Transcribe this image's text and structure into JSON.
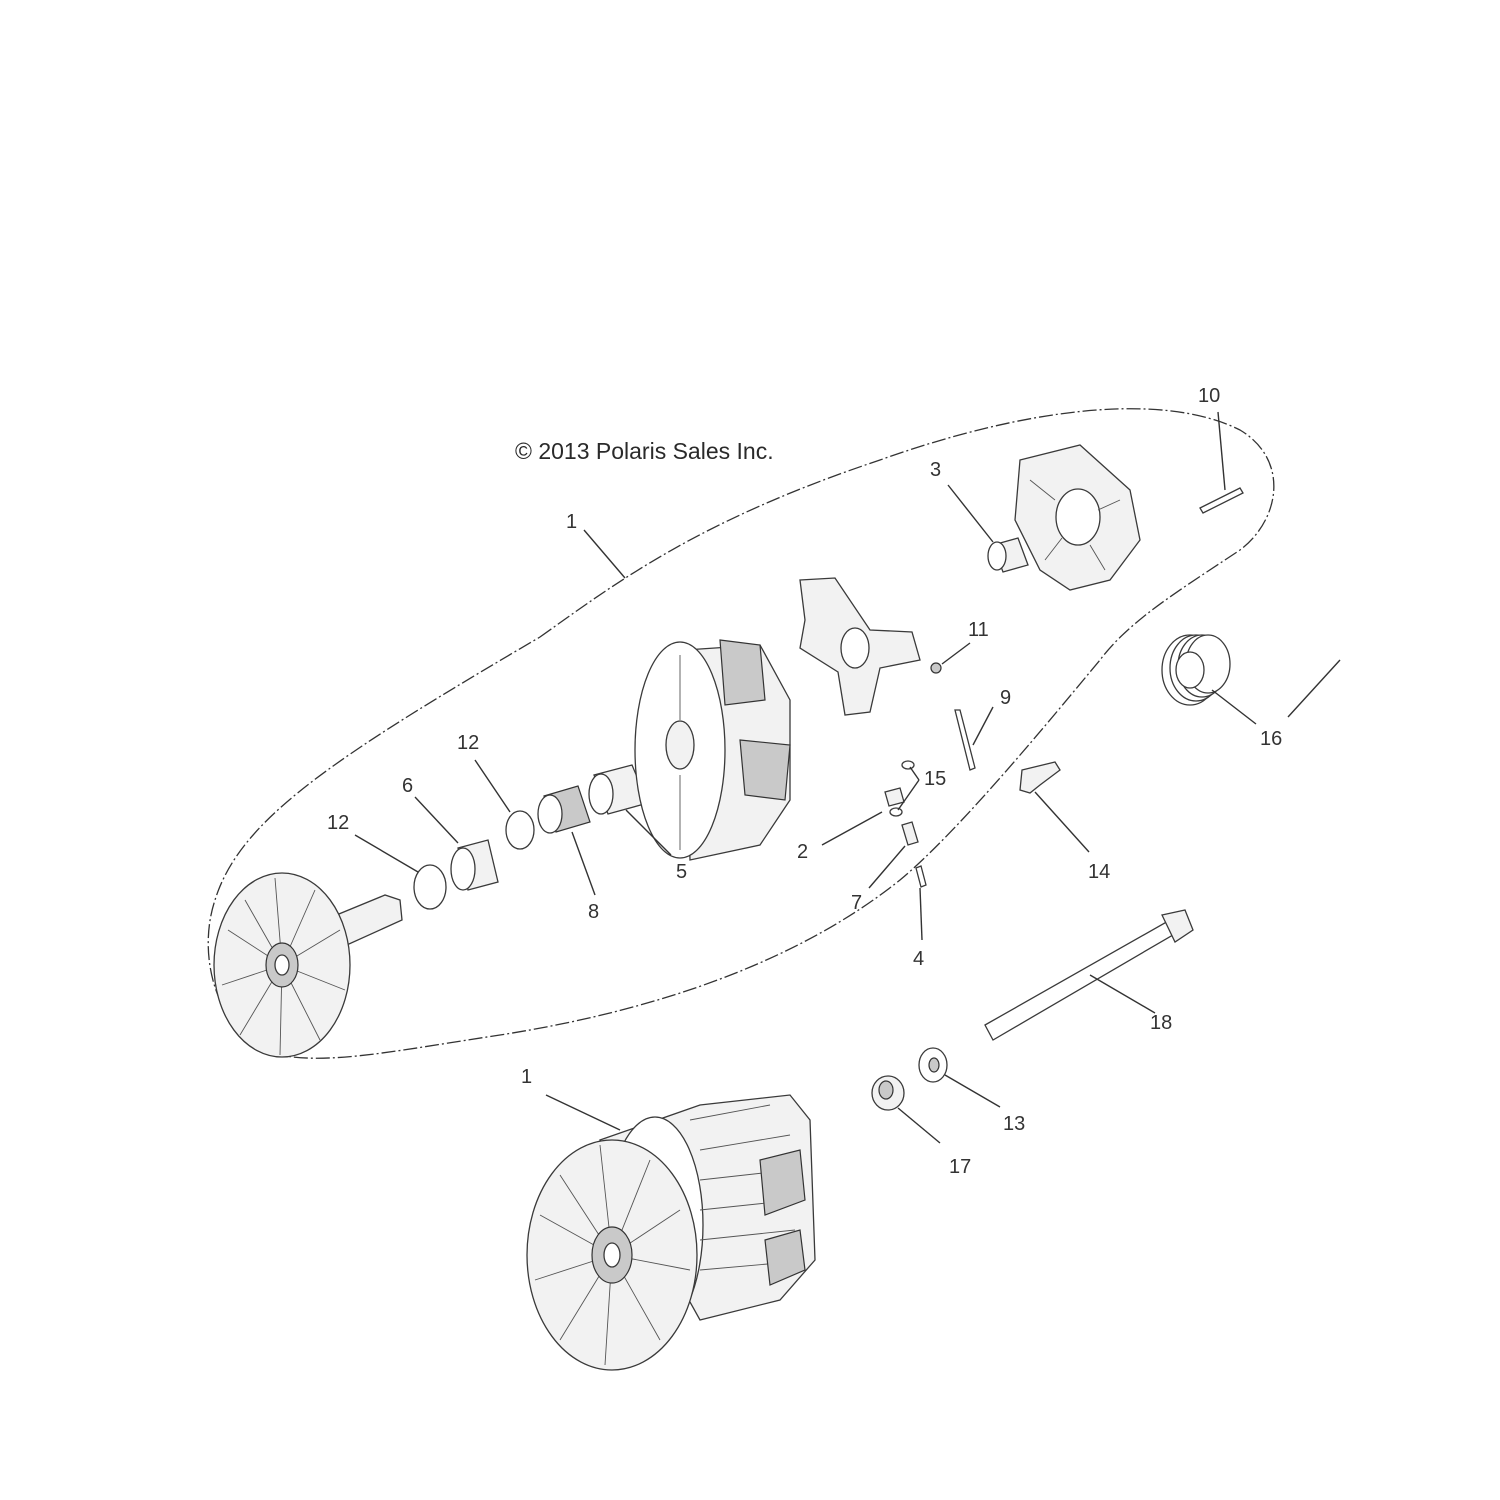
{
  "copyright": "© 2013 Polaris Sales Inc.",
  "callouts": {
    "c1_top": "1",
    "c1_bottom": "1",
    "c2": "2",
    "c3": "3",
    "c4": "4",
    "c5": "5",
    "c6": "6",
    "c7": "7",
    "c8": "8",
    "c9": "9",
    "c10": "10",
    "c11": "11",
    "c12_left": "12",
    "c12_mid": "12",
    "c13": "13",
    "c14": "14",
    "c15": "15",
    "c16": "16",
    "c17": "17",
    "c18": "18"
  }
}
